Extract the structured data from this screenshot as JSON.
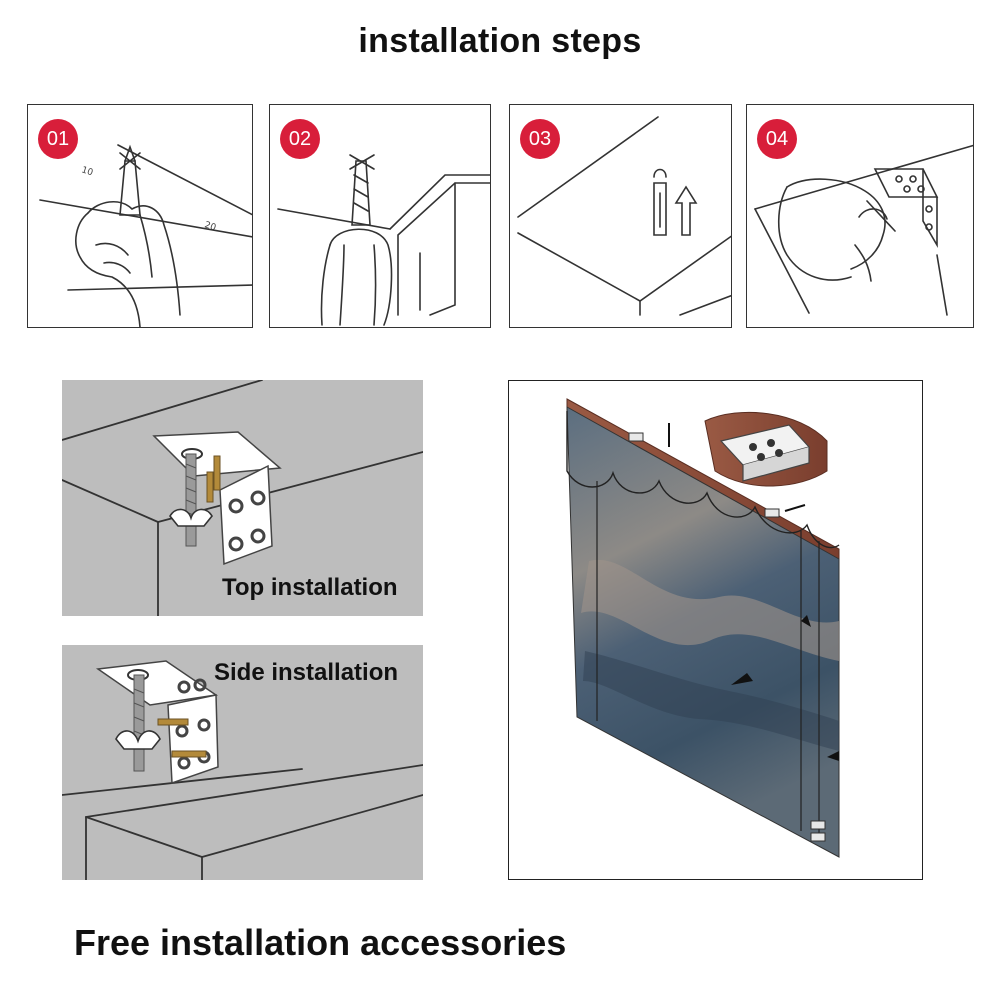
{
  "page": {
    "title": "installation steps",
    "footer": "Free installation accessories"
  },
  "steps": [
    {
      "number": "01",
      "ruler_marks": [
        "10",
        "20"
      ]
    },
    {
      "number": "02"
    },
    {
      "number": "03"
    },
    {
      "number": "04"
    }
  ],
  "panels": {
    "top": {
      "label": "Top installation"
    },
    "side": {
      "label": "Side installation"
    }
  },
  "colors": {
    "badge": "#d81e3a",
    "panel_bg": "#bdbdbd",
    "wood": "#8a4b3a"
  },
  "icons": [
    "pencil-icon",
    "drill-icon",
    "anchor-icon",
    "up-arrow-icon",
    "bracket-icon",
    "screw-icon",
    "wing-bolt-icon"
  ]
}
